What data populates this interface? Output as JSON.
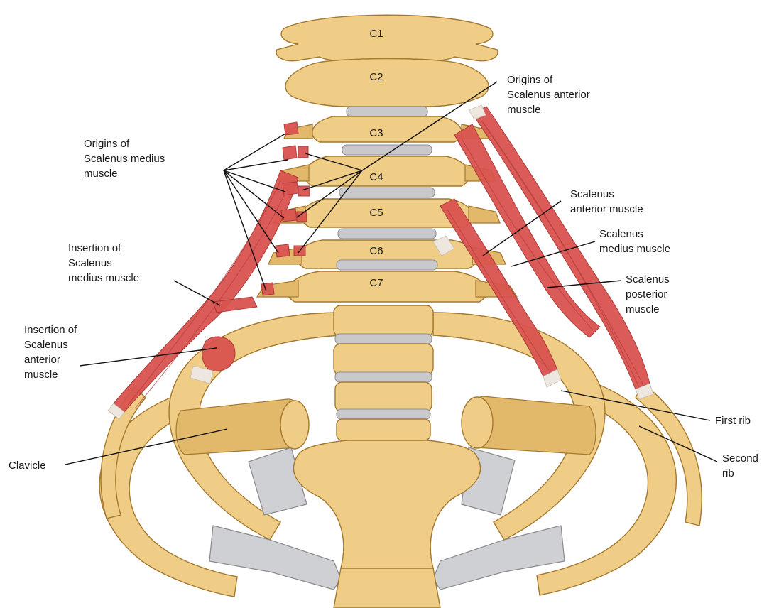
{
  "vertebrae": {
    "c1": "C1",
    "c2": "C2",
    "c3": "C3",
    "c4": "C4",
    "c5": "C5",
    "c6": "C6",
    "c7": "C7"
  },
  "labels": {
    "origins_scalenus_medius": [
      "Origins of",
      "Scalenus medius",
      "muscle"
    ],
    "origins_scalenus_anterior": [
      "Origins of",
      "Scalenus anterior",
      "muscle"
    ],
    "insertion_scalenus_medius": [
      "Insertion of",
      "Scalenus",
      "medius muscle"
    ],
    "insertion_scalenus_anterior": [
      "Insertion of",
      "Scalenus",
      "anterior",
      "muscle"
    ],
    "clavicle": [
      "Clavicle"
    ],
    "scalenus_anterior_muscle": [
      "Scalenus",
      "anterior muscle"
    ],
    "scalenus_medius_muscle": [
      "Scalenus",
      "medius muscle"
    ],
    "scalenus_posterior_muscle": [
      "Scalenus",
      "posterior",
      "muscle"
    ],
    "first_rib": [
      "First rib"
    ],
    "second_rib": [
      "Second",
      "rib"
    ]
  },
  "colors": {
    "bone": "#efcd86",
    "muscle": "#d9534f",
    "cartilage": "#cfd0d3"
  }
}
